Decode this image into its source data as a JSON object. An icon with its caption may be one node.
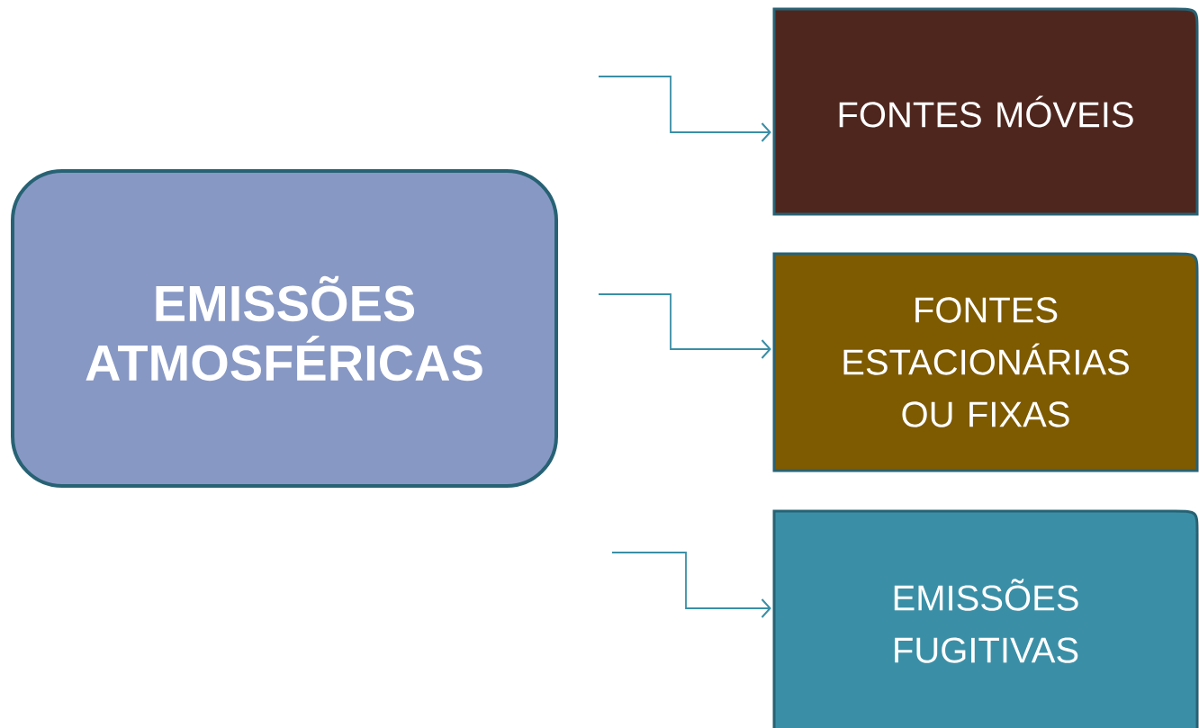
{
  "diagram": {
    "nodes": [
      {
        "text": [
          "EMISSÕES ATMOSFÉRICAS"
        ]
      },
      {
        "text": [
          "FONTES MÓVEIS"
        ]
      },
      {
        "text": [
          "FONTES ESTACIONÁRIAS OU FIXAS"
        ]
      },
      {
        "text": [
          "EMISSÕES FUGITIVAS"
        ]
      }
    ],
    "edges": [
      {
        "from": null,
        "to": 1,
        "arrow": "to"
      },
      {
        "from": null,
        "to": 2,
        "arrow": "to"
      },
      {
        "from": null,
        "to": 3,
        "arrow": "to"
      }
    ]
  }
}
